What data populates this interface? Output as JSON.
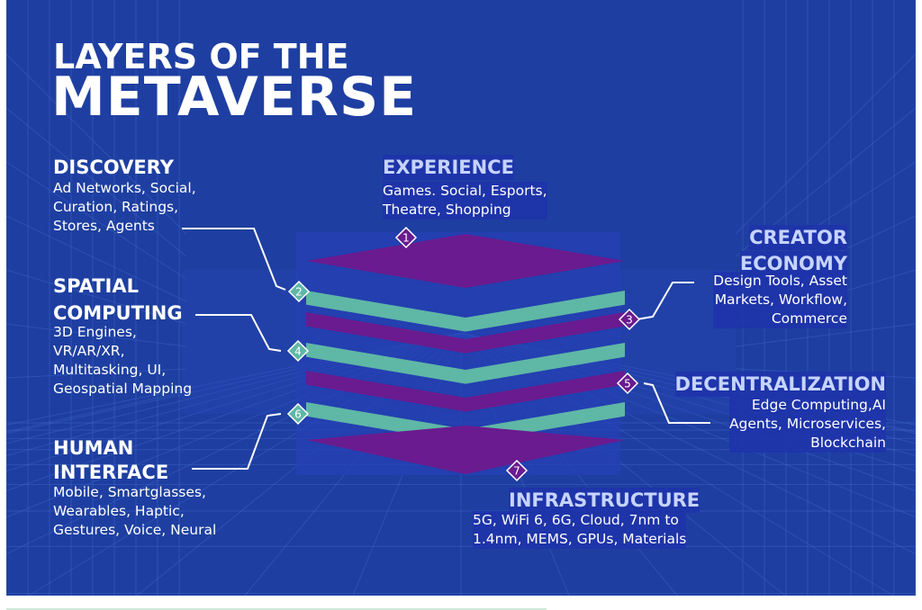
{
  "title": {
    "line1": "LAYERS OF THE",
    "line2": "METAVERSE"
  },
  "colors": {
    "background": "#1e3fa1",
    "layer_purple": "#6a1b8f",
    "layer_teal": "#5fb7a6",
    "heading_light": "#c6d4ff",
    "text": "#ffffff"
  },
  "layers": [
    {
      "number": "1",
      "color": "purple"
    },
    {
      "number": "2",
      "color": "teal"
    },
    {
      "number": "3",
      "color": "purple"
    },
    {
      "number": "4",
      "color": "teal"
    },
    {
      "number": "5",
      "color": "purple"
    },
    {
      "number": "6",
      "color": "teal"
    },
    {
      "number": "7",
      "color": "purple"
    }
  ],
  "sections": {
    "experience": {
      "heading": "EXPERIENCE",
      "body": "Games. Social, Esports,\nTheatre, Shopping"
    },
    "discovery": {
      "heading": "DISCOVERY",
      "body": "Ad Networks, Social,\nCuration, Ratings,\nStores, Agents"
    },
    "creator_economy": {
      "heading1": "CREATOR",
      "heading2": "ECONOMY",
      "body": "Design Tools, Asset\nMarkets, Workflow,\nCommerce"
    },
    "spatial_computing": {
      "heading1": "SPATIAL",
      "heading2": "COMPUTING",
      "body": "3D Engines,\nVR/AR/XR,\nMultitasking, UI,\nGeospatial Mapping"
    },
    "decentralization": {
      "heading": "DECENTRALIZATION",
      "body": "Edge Computing,AI\nAgents, Microservices,\nBlockchain"
    },
    "human_interface": {
      "heading1": "HUMAN",
      "heading2": "INTERFACE",
      "body": "Mobile, Smartglasses,\nWearables, Haptic,\nGestures, Voice, Neural"
    },
    "infrastructure": {
      "heading": "INFRASTRUCTURE",
      "body": "5G, WiFi 6, 6G, Cloud, 7nm to\n1.4nm, MEMS, GPUs, Materials"
    }
  }
}
